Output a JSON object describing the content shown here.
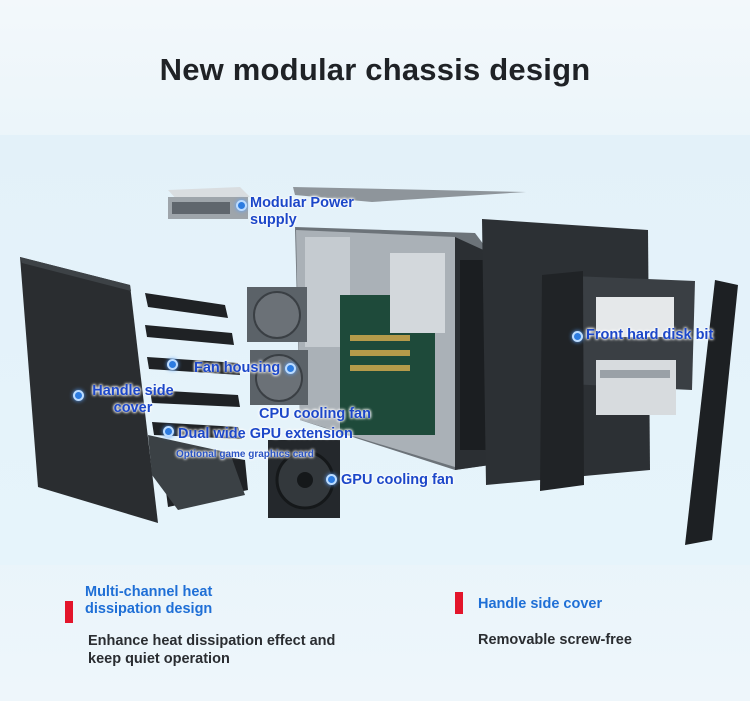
{
  "title": "New modular chassis design",
  "labels": {
    "power_supply": "Modular Power supply",
    "front_disk": "Front hard disk bit",
    "fan_housing": "Fan housing",
    "handle_cover": "Handle side cover",
    "cpu_fan": "CPU cooling fan",
    "gpu_extension": "Dual wide GPU extension",
    "optional_card": "Optional game graphics card",
    "gpu_fan": "GPU cooling fan"
  },
  "features": [
    {
      "title": "Multi-channel heat dissipation design",
      "desc": "Enhance heat dissipation effect and keep quiet operation"
    },
    {
      "title": "Handle side cover",
      "desc": "Removable screw-free"
    }
  ],
  "colors": {
    "accent_blue": "#1f6fd6",
    "label_blue": "#1c47c9",
    "red_bar": "#e3152b"
  }
}
